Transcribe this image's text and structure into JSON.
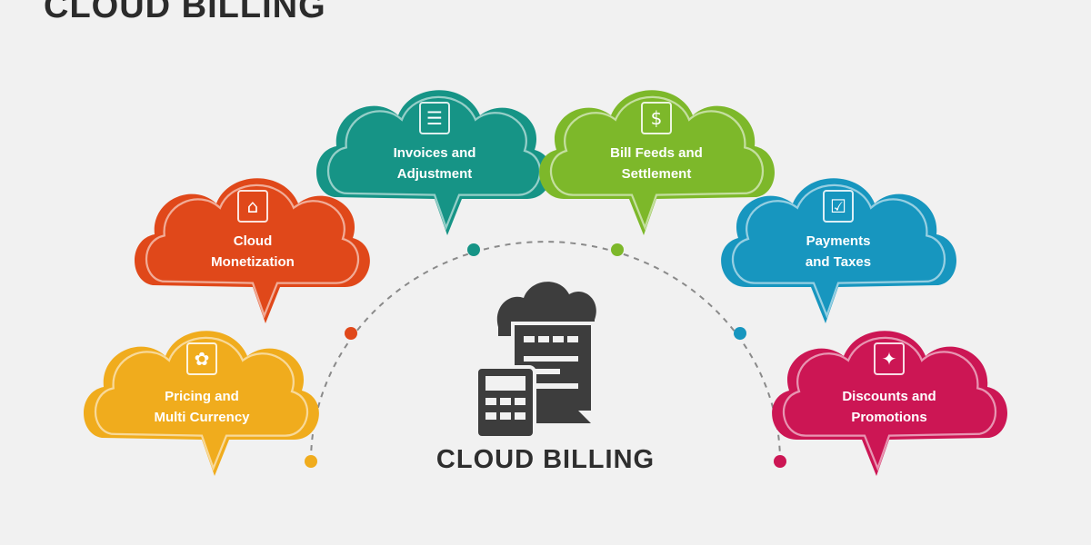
{
  "title": "CLOUD BILLING",
  "center": {
    "label": "CLOUD BILLING",
    "icon": "billing-calculator-document-icon"
  },
  "colors": {
    "background": "#f1f1f1",
    "dark": "#3d3d3d",
    "arc": "#8a8a8a"
  },
  "items": [
    {
      "label": "Pricing and\nMulti Currency",
      "color": "#f0ac1d",
      "icon": "pricing-tags-icon"
    },
    {
      "label": "Cloud\nMonetization",
      "color": "#e0481a",
      "icon": "storefront-icon"
    },
    {
      "label": "Invoices and\nAdjustment",
      "color": "#169486",
      "icon": "invoice-pen-icon"
    },
    {
      "label": "Bill Feeds and\nSettlement",
      "color": "#7db82a",
      "icon": "dollar-bill-document-icon"
    },
    {
      "label": "Payments\nand Taxes",
      "color": "#1796bf",
      "icon": "payments-taxes-icon"
    },
    {
      "label": "Discounts and\nPromotions",
      "color": "#cc1654",
      "icon": "megaphone-icon"
    }
  ]
}
